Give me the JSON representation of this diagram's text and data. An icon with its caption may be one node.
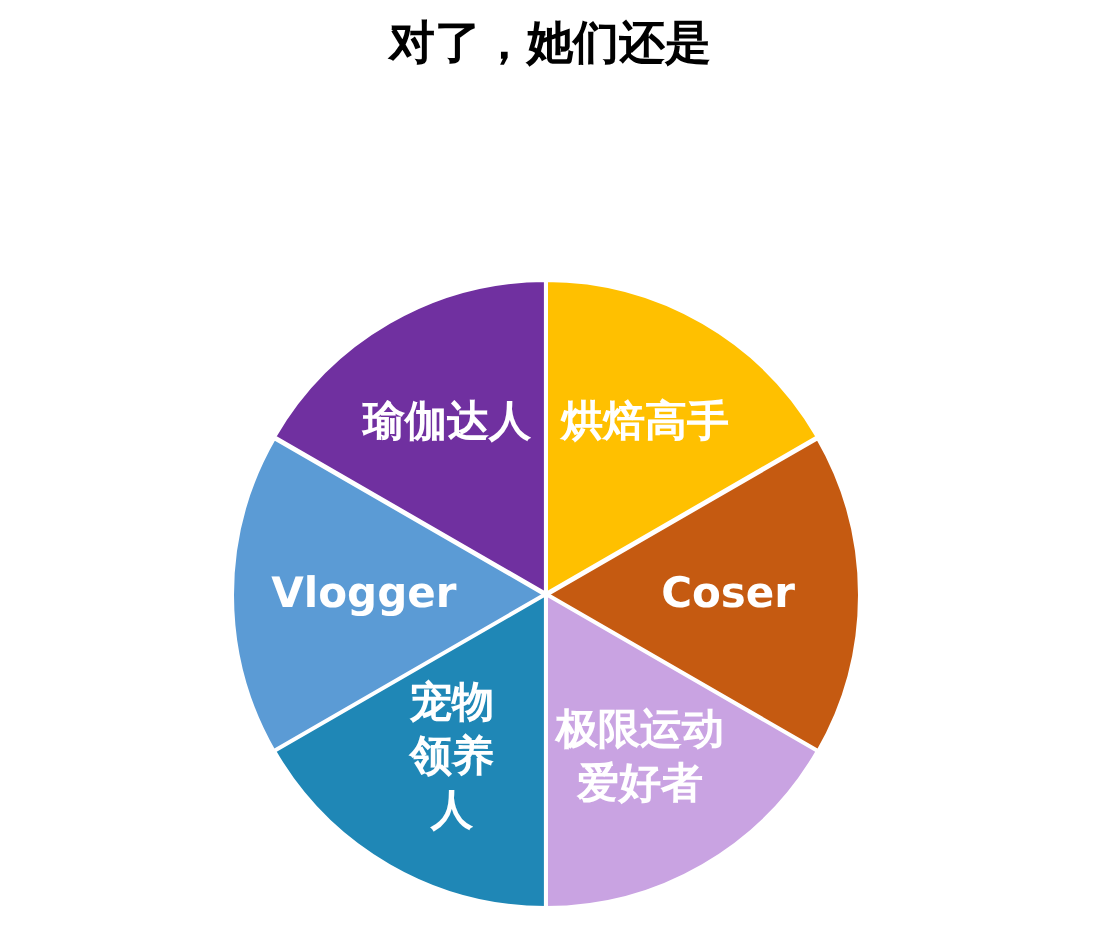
{
  "diagram": {
    "title": "对了，她们还是",
    "nodes": [
      {
        "text": [
          "瑜伽达人"
        ]
      },
      {
        "text": [
          "烘焙高手"
        ]
      },
      {
        "text": [
          "Vlogger"
        ]
      },
      {
        "text": [
          "Coser"
        ]
      },
      {
        "text": [
          "宠物领养人"
        ]
      },
      {
        "text": [
          "极限运动爱好者"
        ]
      }
    ]
  }
}
